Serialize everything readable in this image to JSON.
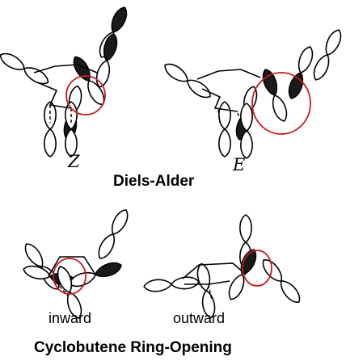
{
  "labels": {
    "z": "Z",
    "e": "E",
    "diels_alder": "Diels-Alder",
    "inward": "inward",
    "outward": "outward",
    "cyclobutene": "Cyclobutene Ring-Opening"
  }
}
